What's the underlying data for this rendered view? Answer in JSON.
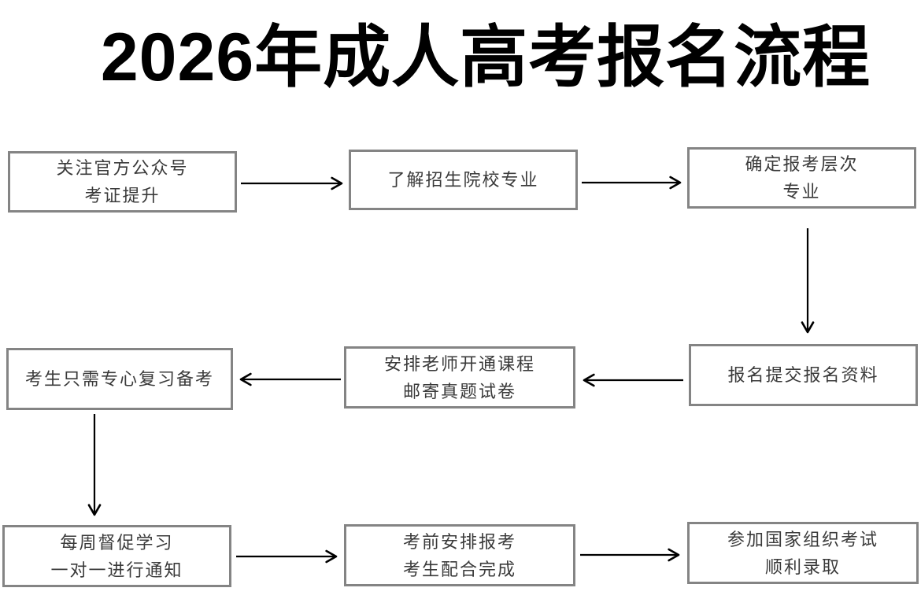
{
  "page": {
    "title": "2026年成人高考报名流程"
  },
  "flowchart": {
    "nodes": [
      {
        "id": "follow-official-account",
        "line1": "关注官方公众号",
        "line2": "考证提升"
      },
      {
        "id": "learn-schools-majors",
        "line1": "了解招生院校专业",
        "line2": ""
      },
      {
        "id": "determine-level-major",
        "line1": "确定报考层次",
        "line2": "专业"
      },
      {
        "id": "submit-registration",
        "line1": "报名提交报名资料",
        "line2": ""
      },
      {
        "id": "teacher-opens-courses",
        "line1": "安排老师开通课程",
        "line2": "邮寄真题试卷"
      },
      {
        "id": "focus-on-review",
        "line1": "考生只需专心复习备考",
        "line2": ""
      },
      {
        "id": "weekly-supervision",
        "line1": "每周督促学习",
        "line2": "一对一进行通知"
      },
      {
        "id": "pre-exam-arrangement",
        "line1": "考前安排报考",
        "line2": "考生配合完成"
      },
      {
        "id": "take-exam-admission",
        "line1": "参加国家组织考试",
        "line2": "顺利录取"
      }
    ],
    "edges": [
      {
        "from": 0,
        "to": 1,
        "direction": "right"
      },
      {
        "from": 1,
        "to": 2,
        "direction": "right"
      },
      {
        "from": 2,
        "to": 3,
        "direction": "down"
      },
      {
        "from": 3,
        "to": 4,
        "direction": "left"
      },
      {
        "from": 4,
        "to": 5,
        "direction": "left"
      },
      {
        "from": 5,
        "to": 6,
        "direction": "down"
      },
      {
        "from": 6,
        "to": 7,
        "direction": "right"
      },
      {
        "from": 7,
        "to": 8,
        "direction": "right"
      }
    ]
  },
  "colors": {
    "title_text": "#000000",
    "box_border": "#848484",
    "box_text": "#3a3a3a",
    "arrow": "#000000",
    "background": "#ffffff"
  }
}
